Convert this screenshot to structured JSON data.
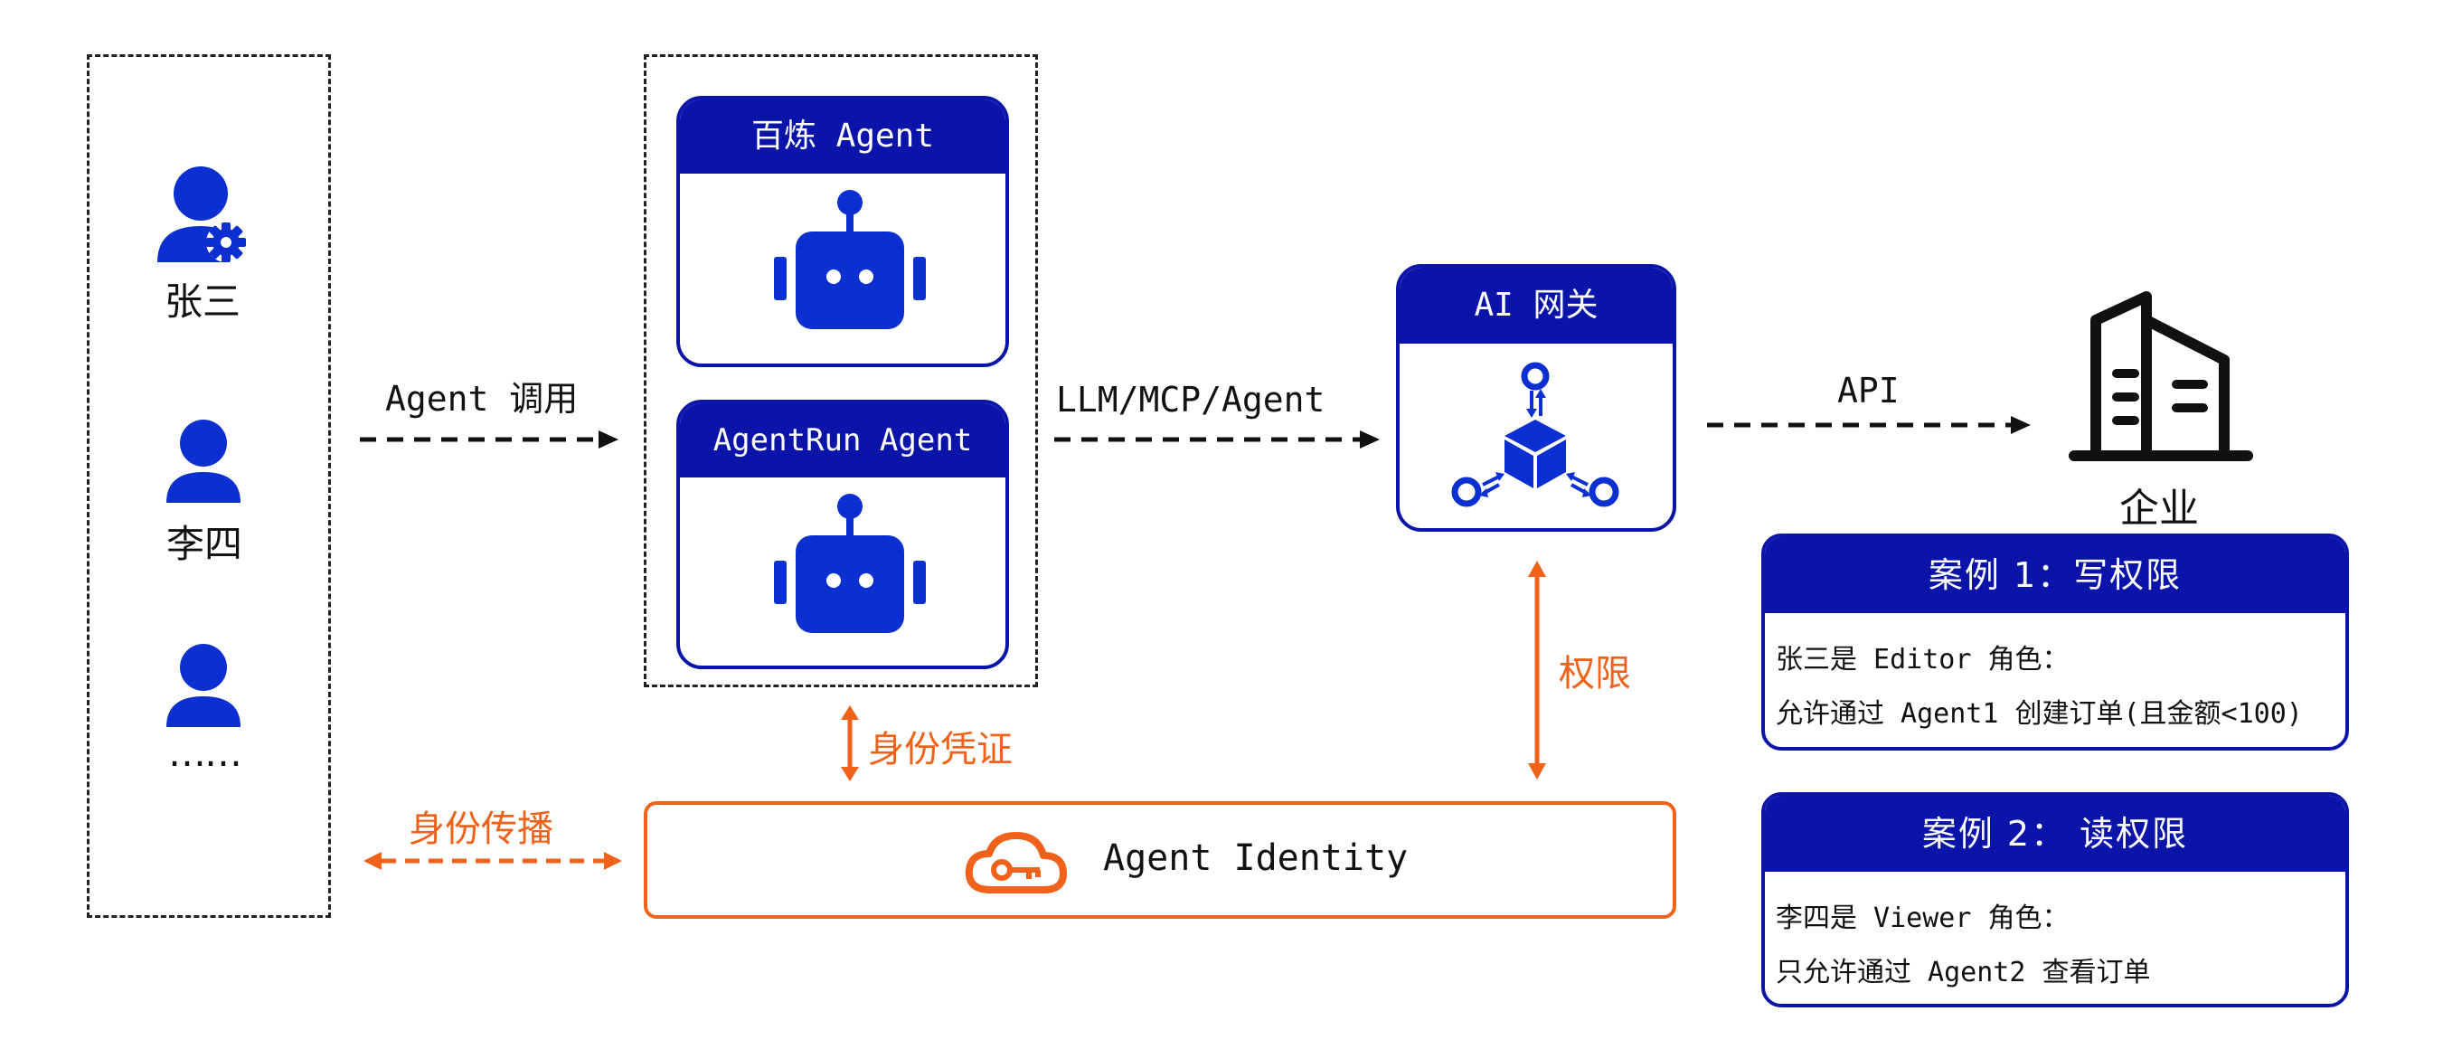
{
  "users": {
    "items": [
      {
        "name": "张三",
        "icon": "user-gear-icon"
      },
      {
        "name": "李四",
        "icon": "user-icon"
      },
      {
        "name": "……",
        "icon": "user-icon"
      }
    ]
  },
  "flows": {
    "agent_call": "Agent 调用",
    "gateway_protocols": "LLM/MCP/Agent",
    "api": "API",
    "identity_credential": "身份凭证",
    "permission": "权限",
    "identity_propagation": "身份传播"
  },
  "agents": {
    "bailian": {
      "title": "百炼 Agent",
      "icon": "robot-icon"
    },
    "agentrun": {
      "title": "AgentRun Agent",
      "icon": "robot-icon"
    }
  },
  "gateway": {
    "title": "AI 网关",
    "icon": "gateway-cube-icon"
  },
  "enterprise": {
    "label": "企业",
    "icon": "building-icon"
  },
  "identity": {
    "label": "Agent Identity",
    "icon": "cloud-key-icon"
  },
  "cases": [
    {
      "title": "案例 1：写权限",
      "lines": [
        "张三是 Editor 角色：",
        "允许通过 Agent1 创建订单(且金额<100)"
      ]
    },
    {
      "title": "案例 2： 读权限",
      "lines": [
        "李四是 Viewer 角色：",
        " 只允许通过 Agent2 查看订单"
      ]
    }
  ],
  "colors": {
    "primary_blue": "#0a14a8",
    "icon_blue": "#0b2fd0",
    "accent_orange": "#f0621a",
    "arrow_black": "#111111"
  }
}
